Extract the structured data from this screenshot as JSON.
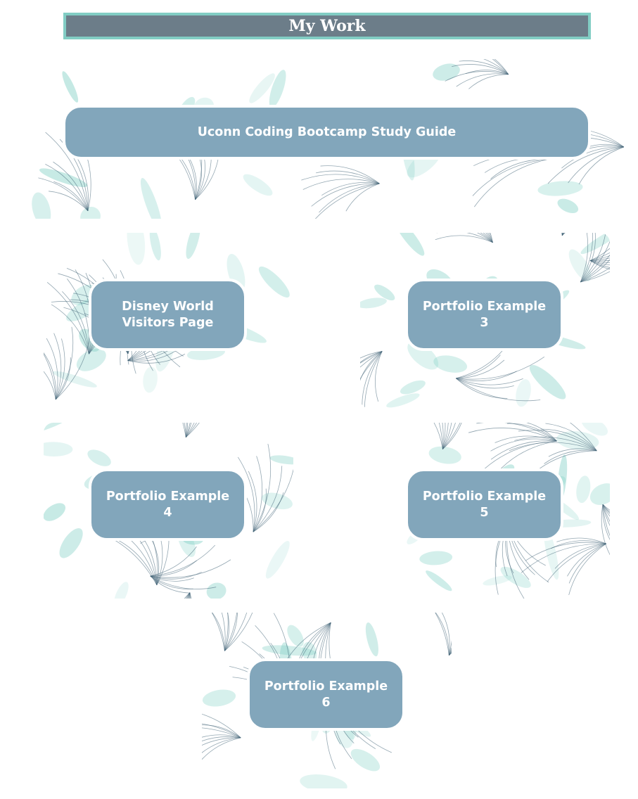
{
  "header": {
    "title": "My Work"
  },
  "projects": [
    {
      "label": "Uconn Coding Bootcamp Study Guide"
    },
    {
      "label": "Disney World\nVisitors Page"
    },
    {
      "label": "Portfolio Example\n3"
    },
    {
      "label": "Portfolio Example\n4"
    },
    {
      "label": "Portfolio Example\n5"
    },
    {
      "label": "Portfolio Example\n6"
    }
  ],
  "colors": {
    "header_bg": "#6c7d89",
    "header_border": "#82cdc4",
    "button_bg": "#82a6bb",
    "leaf_teal": "#7fcfc4",
    "leaf_line": "#3d5f73"
  },
  "background_image": "leaf-pattern"
}
